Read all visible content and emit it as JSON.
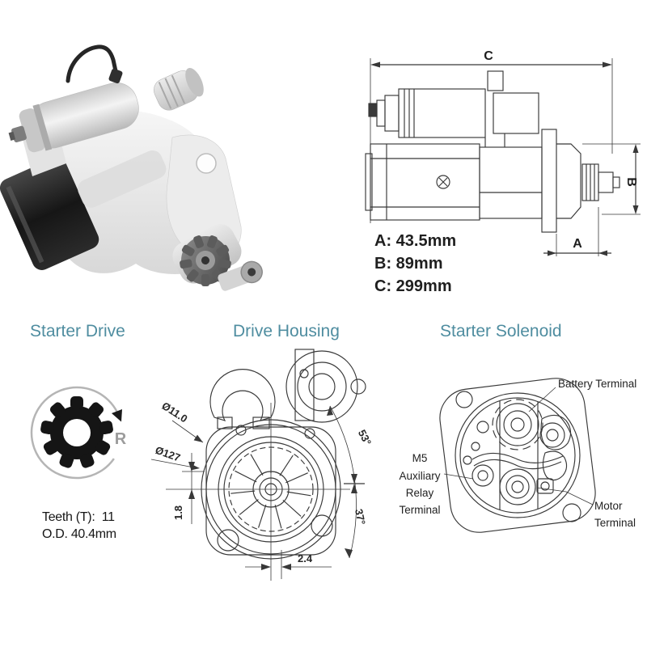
{
  "colors": {
    "background": "#ffffff",
    "heading": "#4f8da0",
    "ink": "#1c1c1c",
    "line": "#383838",
    "muted": "#9c9c9c"
  },
  "headings": {
    "starter_drive": "Starter Drive",
    "drive_housing": "Drive Housing",
    "starter_solenoid": "Starter Solenoid"
  },
  "side_view": {
    "dim_a": "A",
    "dim_b": "B",
    "dim_c": "C",
    "measurements": [
      "A: 43.5mm",
      "B: 89mm",
      "C: 299mm"
    ]
  },
  "starter_drive": {
    "rotation": "R",
    "teeth": "Teeth (T):  11",
    "od": "O.D. 40.4mm"
  },
  "drive_housing": {
    "hole_diameter": "Ø11.0",
    "pilot_diameter": "Ø127",
    "vertical_offset": "1.8",
    "horizontal_offset": "2.4",
    "upper_angle": "53°",
    "lower_angle": "37°"
  },
  "starter_solenoid": {
    "battery_terminal": "Battery Terminal",
    "aux_relay_lines": [
      "M5",
      "Auxiliary",
      "Relay",
      "Terminal"
    ],
    "motor_lines": [
      "Motor",
      "Terminal"
    ]
  }
}
